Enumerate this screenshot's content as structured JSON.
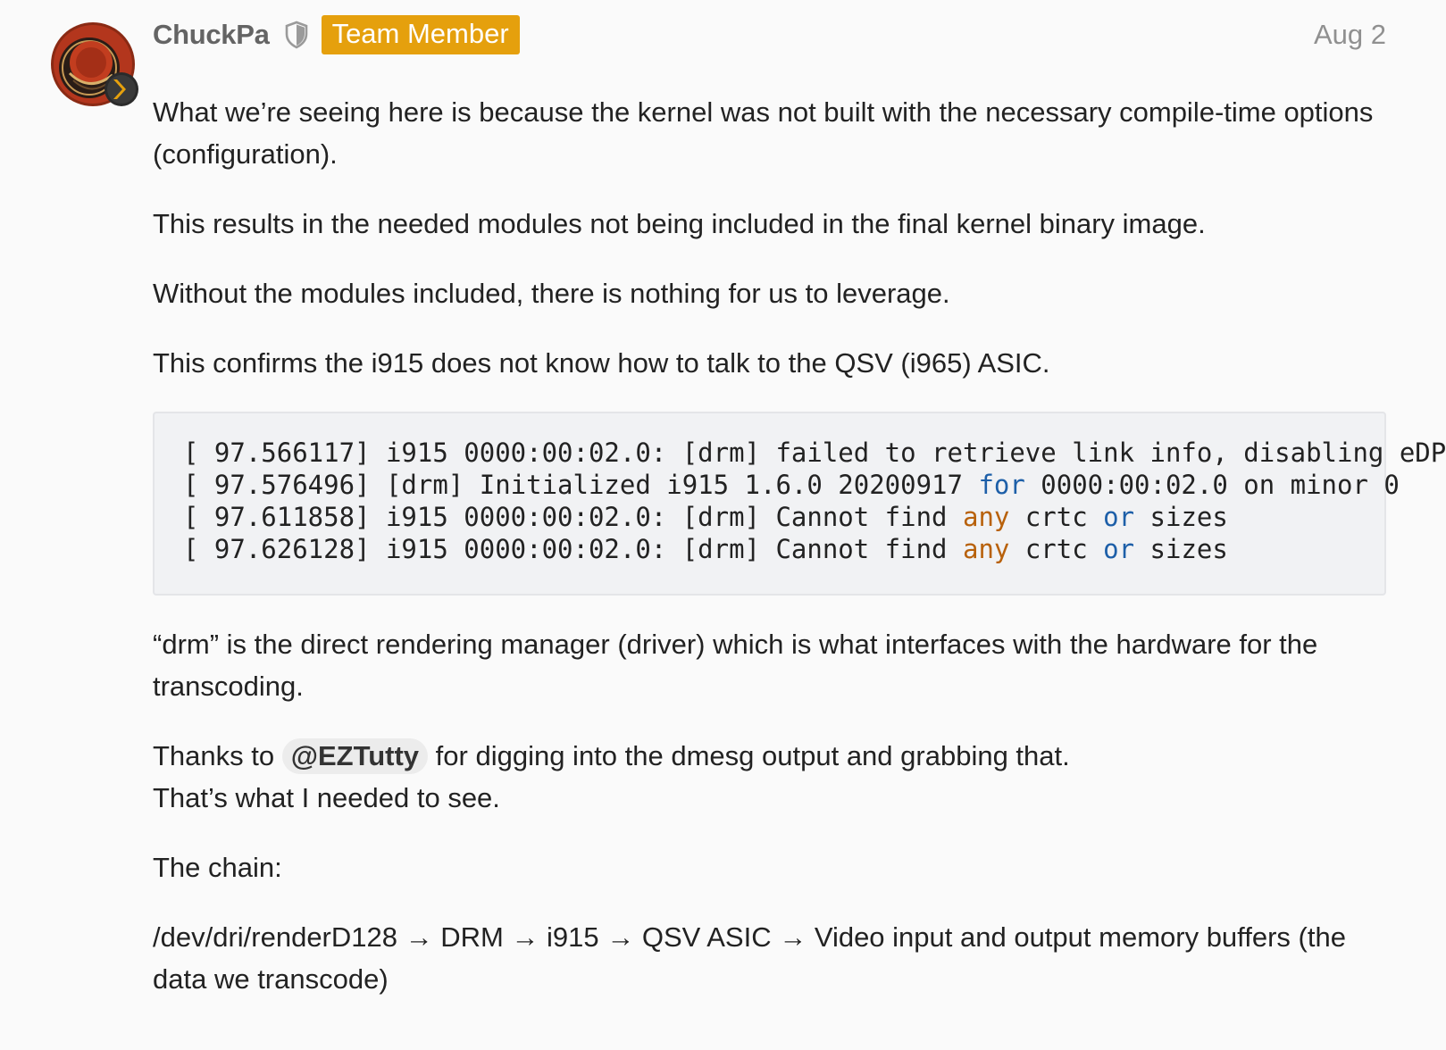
{
  "post": {
    "author": {
      "username": "ChuckPa",
      "badge": "Team Member"
    },
    "date": "Aug 2",
    "paragraphs": {
      "p1": "What we’re seeing here is because the kernel was not built with the necessary compile-time options (configuration).",
      "p2": "This results in the needed modules not being included in the final kernel binary image.",
      "p3": "Without the modules included, there is nothing for us to leverage.",
      "p4": "This confirms the i915 does not know how to talk to the QSV (i965) ASIC.",
      "p5": "“drm” is the direct rendering manager (driver) which is what interfaces with the hardware for the transcoding.",
      "p6_before": "Thanks to ",
      "p6_mention": "@EZTutty",
      "p6_after": " for digging into the dmesg output and grabbing that.",
      "p6_line2": "That’s what I needed to see.",
      "p7": "The chain:",
      "p8": "/dev/dri/renderD128 → DRM → i915 → QSV ASIC → Video input and output memory buffers (the data we transcode)"
    },
    "code": {
      "line1": "[ 97.566117] i915 0000:00:02.0: [drm] failed to retrieve link info, disabling eDP",
      "line2_a": "[ 97.576496] [drm] Initialized i915 1.6.0 20200917 ",
      "line2_kw": "for",
      "line2_b": " 0000:00:02.0 on minor 0",
      "line3_a": "[ 97.611858] i915 0000:00:02.0: [drm] Cannot find ",
      "line3_kw1": "any",
      "line3_b": " crtc ",
      "line3_kw2": "or",
      "line3_c": " sizes",
      "line4_a": "[ 97.626128] i915 0000:00:02.0: [drm] Cannot find ",
      "line4_kw1": "any",
      "line4_b": " crtc ",
      "line4_kw2": "or",
      "line4_c": " sizes"
    },
    "icons": {
      "avatar": "user-avatar-plex",
      "flair": "plex-chevron-icon",
      "moderator": "shield-icon"
    },
    "colors": {
      "badge_bg": "#e5a00d",
      "code_keyword_blue": "#1d5fa8",
      "code_keyword_orange": "#b8610b"
    }
  }
}
